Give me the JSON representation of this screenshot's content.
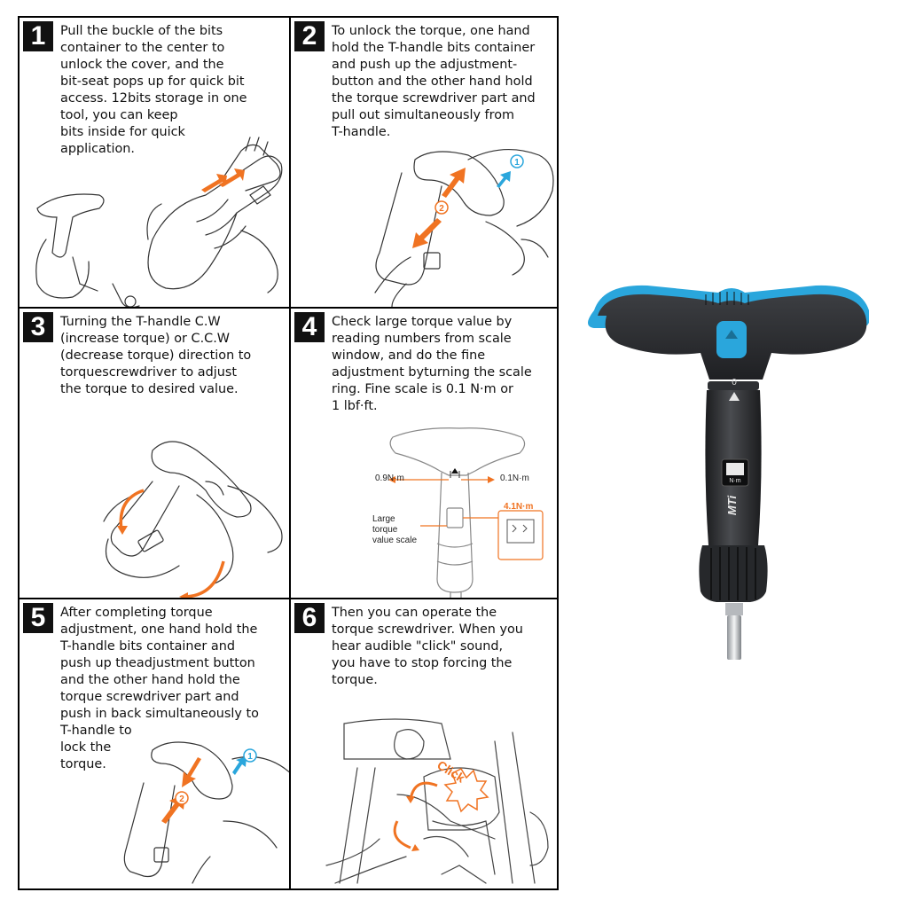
{
  "steps": [
    {
      "number": "1",
      "text": "Pull the buckle of the bits\ncontainer to the center to\nunlock the cover, and the\nbit-seat pops up for quick bit\naccess. 12bits storage in one\ntool, you can keep\nbits inside for quick\napplication."
    },
    {
      "number": "2",
      "text": "To unlock the torque, one hand\nhold the T-handle bits container\nand push up the adjustment-\nbutton and the other hand hold\nthe torque screwdriver part and\npull out simultaneously from\nT-handle."
    },
    {
      "number": "3",
      "text": "Turning the T-handle C.W\n(increase torque) or C.C.W\n(decrease torque) direction to\ntorquescrewdriver to adjust\nthe torque to desired value."
    },
    {
      "number": "4",
      "text": "Check large torque value by\nreading numbers from scale\nwindow, and do the fine\nadjustment byturning the scale\nring. Fine scale is 0.1 N·m or\n1 lbf·ft."
    },
    {
      "number": "5",
      "text": "After completing torque\nadjustment, one hand hold the\nT-handle bits container and\npush up theadjustment button\nand the other hand hold the\ntorque screwdriver part and\npush in back simultaneously to\nT-handle to\nlock the\ntorque."
    },
    {
      "number": "6",
      "text": "Then you can operate the\ntorque screwdriver. When you\nhear audible \"click\" sound,\nyou have to stop forcing the\ntorque."
    }
  ],
  "diagram_labels": {
    "left_value": "0.9N·m",
    "right_value": "0.1N·m",
    "large_scale": "Large\ntorque\nvalue scale",
    "reading": "4.1N·m",
    "click": "Click",
    "step_one_marker": "1",
    "step_two_marker": "2"
  },
  "product": {
    "brand": "MTi",
    "scale_unit": "N·m",
    "scale_zero": "0"
  },
  "colors": {
    "accent_blue": "#2aa6dc",
    "accent_orange": "#f07322",
    "tool_body": "#2c2e31"
  }
}
